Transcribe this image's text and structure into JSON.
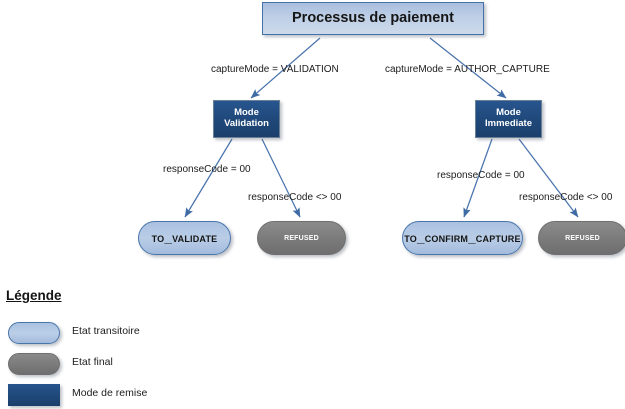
{
  "diagram": {
    "title": "Processus de paiement",
    "root": {
      "label": "Processus de paiement"
    },
    "modes": {
      "validation": {
        "line1": "Mode",
        "line2": "Validation"
      },
      "immediate": {
        "line1": "Mode",
        "line2": "Immediate"
      }
    },
    "states": {
      "to_validate": "To_validate",
      "refused_left": "Refused",
      "to_confirm_capture": "To_confirm_capture",
      "refused_right": "Refused"
    },
    "edges": {
      "capture_validation": "captureMode = VALIDATION",
      "capture_author": "captureMode = AUTHOR_CAPTURE",
      "left_ok": "responseCode = 00",
      "left_ko": "responseCode <> 00",
      "right_ok": "responseCode = 00",
      "right_ko": "responseCode <> 00"
    }
  },
  "legend": {
    "title": "Légende",
    "items": [
      {
        "label": "Etat transitoire",
        "swatch": "transitory-state-swatch"
      },
      {
        "label": "Etat final",
        "swatch": "final-state-swatch"
      },
      {
        "label": "Mode de remise",
        "swatch": "delivery-mode-swatch"
      }
    ]
  },
  "colors": {
    "root_fill": "#becfe6",
    "root_border": "#4472a8",
    "mode_fill": "#1f4879",
    "transitory_fill": "#b9cde7",
    "transitory_border": "#4a75ab",
    "final_fill": "#7d7d7d",
    "connector": "#4a74ad",
    "text": "#1c1c1c"
  }
}
